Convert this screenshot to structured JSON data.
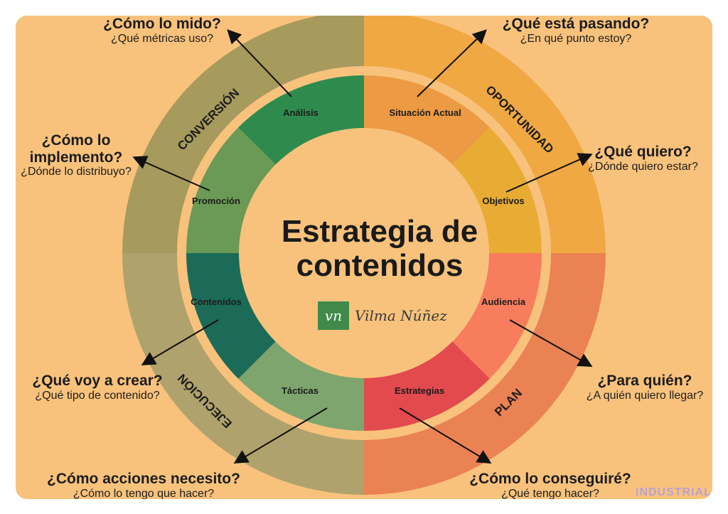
{
  "title": "Estrategia de contenidos",
  "brand": {
    "logo_text": "vn",
    "name": "Vilma Núñez"
  },
  "ring_labels": {
    "oportunidad": "OPORTUNIDAD",
    "plan": "PLAN",
    "ejecucion": "EJECUCIÓN",
    "conversion": "CONVERSIÓN"
  },
  "segments": {
    "analisis": "Análisis",
    "situacion": "Situación Actual",
    "objetivos": "Objetivos",
    "audiencia": "Audiencia",
    "estrategias": "Estrategias",
    "tacticas": "Tácticas",
    "contenidos": "Contenidos",
    "promocion": "Promoción"
  },
  "questions": {
    "medir": {
      "main": "¿Cómo lo mido?",
      "sub": "¿Qué métricas uso?"
    },
    "pasando": {
      "main": "¿Qué está pasando?",
      "sub": "¿En qué punto estoy?"
    },
    "quiero": {
      "main": "¿Qué quiero?",
      "sub": "¿Dónde quiero estar?"
    },
    "quien": {
      "main": "¿Para quién?",
      "sub": "¿A quién quiero llegar?"
    },
    "conseguire": {
      "main": "¿Cómo lo conseguiré?",
      "sub": "¿Qué tengo hacer?"
    },
    "acciones": {
      "main": "¿Cómo acciones necesito?",
      "sub": "¿Cómo lo tengo que hacer?"
    },
    "crear": {
      "main": "¿Qué voy a crear?",
      "sub": "¿Qué tipo de contenido?"
    },
    "implemento": {
      "main": "¿Cómo lo implemento?",
      "sub": "¿Dónde lo distribuyo?"
    }
  },
  "watermark": "INDUSTRIAL",
  "colors": {
    "background": "#f8c27c",
    "conversion_ring": "#a69a5c",
    "oportunidad_ring": "#f0a843",
    "plan_ring": "#ea8253",
    "ejecucion_ring": "#b0a26c",
    "analisis": "#2f8a4e",
    "promocion": "#6a9a55",
    "situacion": "#ec9a43",
    "objetivos": "#e8ac34",
    "audiencia": "#f77d5c",
    "estrategias": "#e24a4e",
    "tacticas": "#7ea56e",
    "contenidos": "#1b6b58"
  }
}
